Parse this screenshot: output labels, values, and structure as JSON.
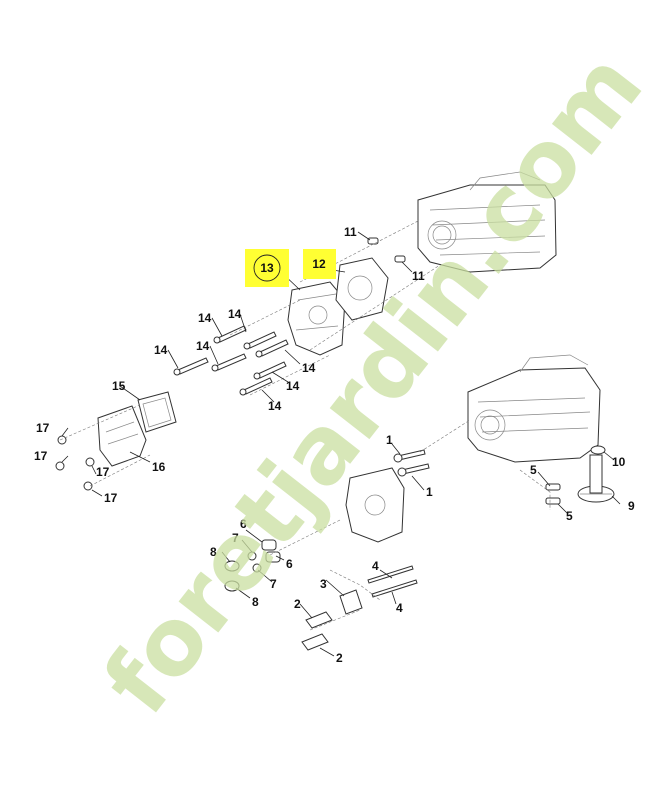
{
  "diagram": {
    "callouts": {
      "c1a": "1",
      "c1b": "1",
      "c2a": "2",
      "c2b": "2",
      "c3": "3",
      "c4a": "4",
      "c4b": "4",
      "c5a": "5",
      "c5b": "5",
      "c6a": "6",
      "c6b": "6",
      "c7a": "7",
      "c7b": "7",
      "c8a": "8",
      "c8b": "8",
      "c9": "9",
      "c10": "10",
      "c11a": "11",
      "c11b": "11",
      "c12": "12",
      "c13": "13",
      "c14a": "14",
      "c14b": "14",
      "c14c": "14",
      "c14d": "14",
      "c14e": "14",
      "c14f": "14",
      "c15": "15",
      "c16": "16",
      "c17a": "17",
      "c17b": "17",
      "c17c": "17",
      "c17d": "17"
    },
    "highlight_color": "#ffff33"
  },
  "watermark": {
    "text": "foretjardin.com",
    "color": "#c9dfa0"
  }
}
